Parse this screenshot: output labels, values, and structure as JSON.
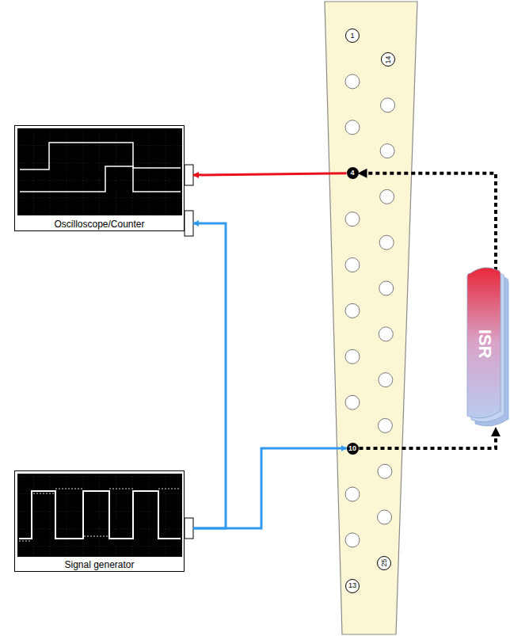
{
  "diagram": {
    "nodes": [
      {
        "text": [
          "1"
        ]
      },
      {
        "text": [
          "14"
        ]
      },
      {
        "text": [
          "Oscilloscope/Counter"
        ]
      },
      {
        "text": [
          "4"
        ]
      },
      {
        "text": [
          "ISR"
        ]
      },
      {
        "text": [
          "Signal generator"
        ]
      },
      {
        "text": [
          "10"
        ]
      },
      {
        "text": [
          "25"
        ]
      },
      {
        "text": [
          "13"
        ]
      }
    ],
    "edges": [
      {
        "from": 3,
        "to": 2,
        "arrow": "to"
      },
      {
        "from": 5,
        "to": 2,
        "arrow": "to"
      },
      {
        "from": 5,
        "to": 6,
        "arrow": "to"
      },
      {
        "from": 6,
        "to": 4,
        "arrow": "to"
      },
      {
        "from": 4,
        "to": 3,
        "arrow": "to"
      }
    ]
  }
}
